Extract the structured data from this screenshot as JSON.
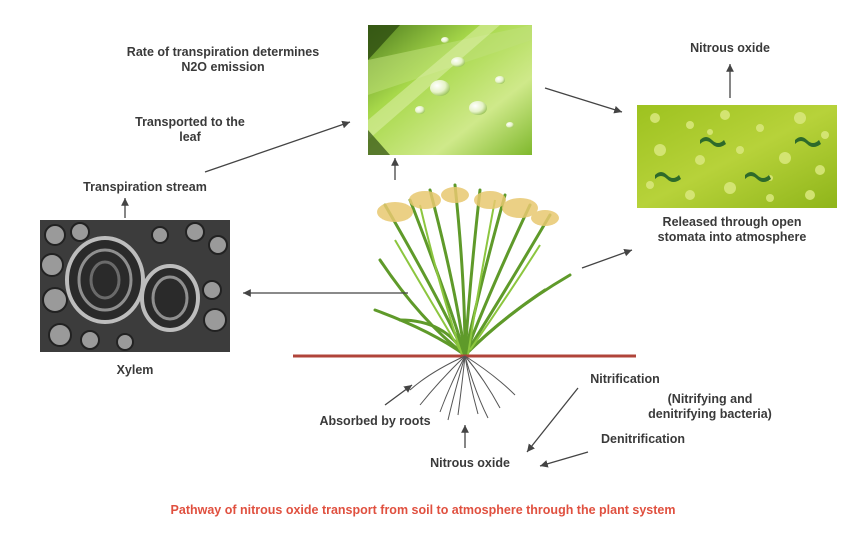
{
  "labels": {
    "rate_line1": "Rate of transpiration determines",
    "rate_line2": "N2O emission",
    "transported_line1": "Transported to the",
    "transported_line2": "leaf",
    "transpiration_stream": "Transpiration stream",
    "xylem": "Xylem",
    "nitrous_oxide_top": "Nitrous oxide",
    "released_line1": "Released through open",
    "released_line2": "stomata into atmosphere",
    "nitrification": "Nitrification",
    "bacteria_line1": "(Nitrifying and",
    "bacteria_line2": "denitrifying bacteria)",
    "denitrification": "Denitrification",
    "absorbed": "Absorbed by roots",
    "nitrous_oxide_bottom": "Nitrous oxide"
  },
  "caption": "Pathway of nitrous oxide transport from soil to atmosphere through the plant system",
  "colors": {
    "caption": "#e0503f",
    "soil_line": "#b0443a",
    "leaf_green": "#8cc63f",
    "stomata_green": "#a6c82a",
    "xylem_gray": "#555555"
  }
}
